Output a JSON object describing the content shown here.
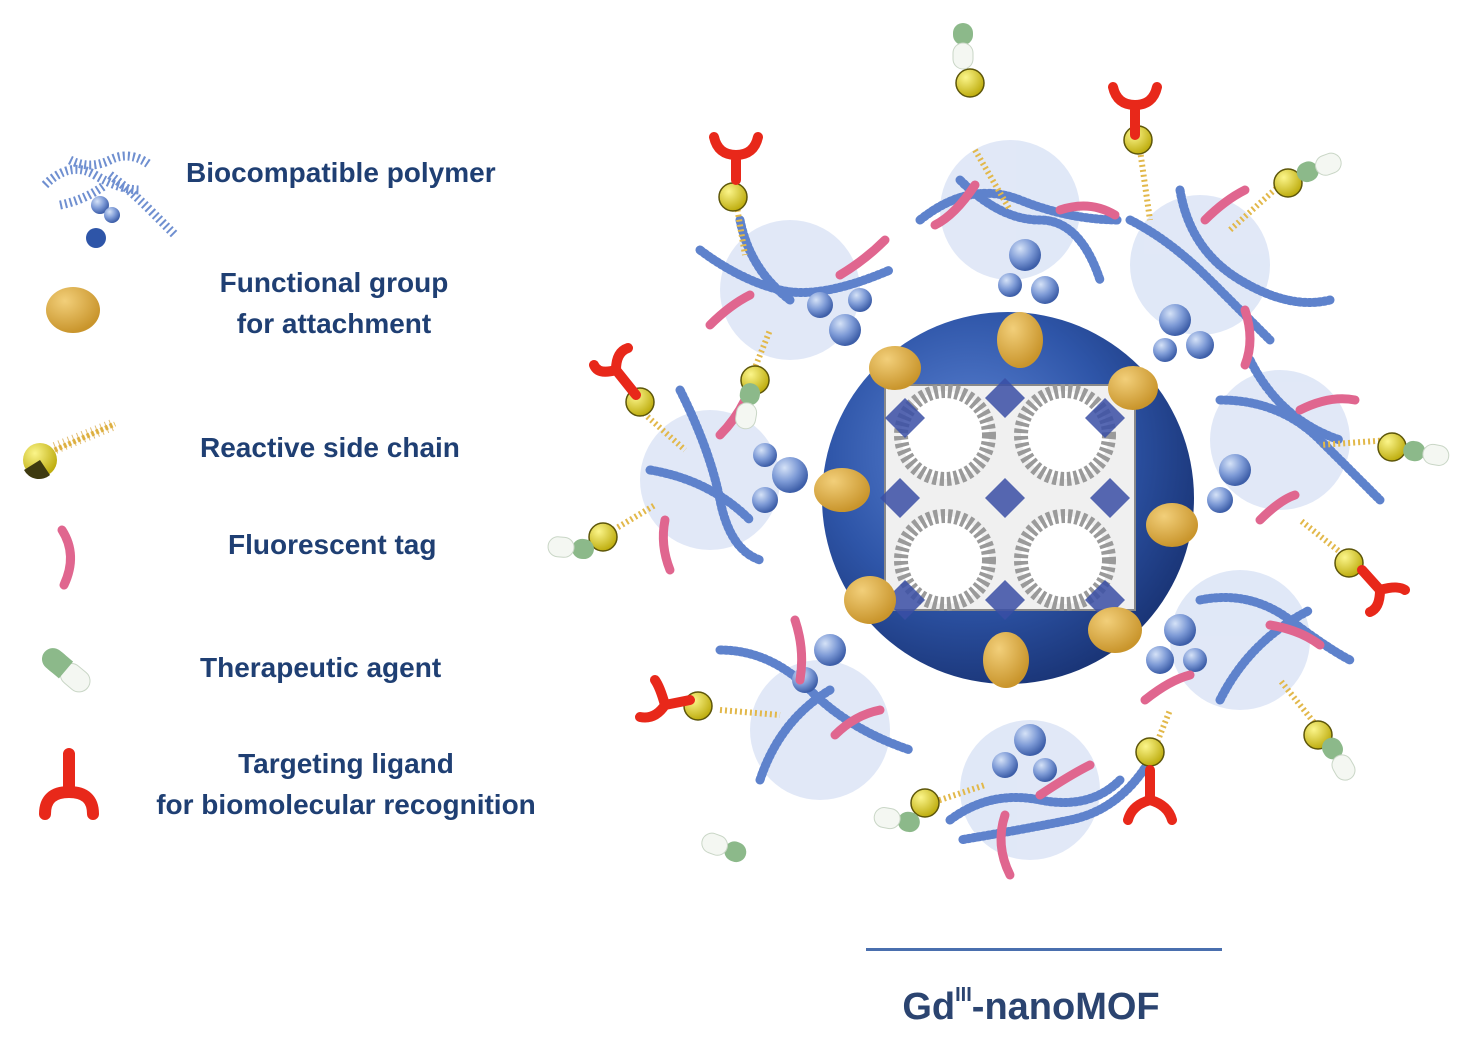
{
  "legend": {
    "polymer": "Biocompatible polymer",
    "functional_line1": "Functional group",
    "functional_line2": "for attachment",
    "reactive": "Reactive side chain",
    "fluorescent": "Fluorescent tag",
    "therapeutic": "Therapeutic agent",
    "targeting_line1": "Targeting ligand",
    "targeting_line2": "for biomolecular recognition"
  },
  "caption": {
    "prefix": "Gd",
    "superscript": "III",
    "suffix": "-nanoMOF"
  },
  "colors": {
    "text": "#1f3f73",
    "polymer": "#4a72c2",
    "core": "#2c4f9e",
    "functional": "#d9a93a",
    "reactive_head": "#e0d21a",
    "reactive_chain": "#e2b84a",
    "fluorescent": "#e0668f",
    "therapeutic": "#8cb98a",
    "targeting": "#e8281a"
  },
  "icons": [
    "polymer-icon",
    "functional-group-icon",
    "reactive-side-chain-icon",
    "fluorescent-tag-icon",
    "therapeutic-agent-icon",
    "targeting-ligand-icon",
    "nanomof-core"
  ]
}
